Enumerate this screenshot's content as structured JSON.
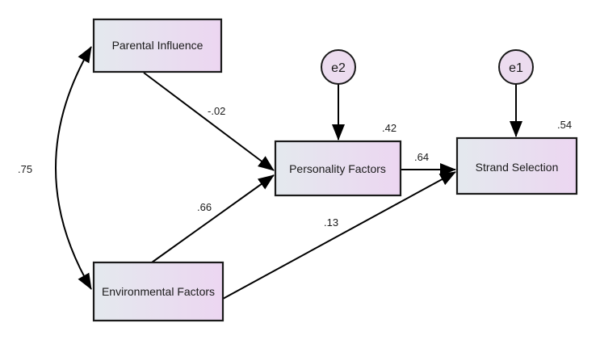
{
  "colors": {
    "box_fill_left": "#e4e9ee",
    "box_fill_right": "#ecd6f1",
    "error_fill": "#ecdcef",
    "line": "#000000",
    "text": "#1a1a1a"
  },
  "nodes": {
    "parental_influence": "Parental Influence",
    "environmental_factors": "Environmental Factors",
    "personality_factors": "Personality Factors",
    "strand_selection": "Strand Selection"
  },
  "errors": {
    "e1": "e1",
    "e2": "e2"
  },
  "coefficients": {
    "correlation_parental_environmental": ".75",
    "parental_to_personality": "-.02",
    "environmental_to_personality": ".66",
    "environmental_to_strand": ".13",
    "personality_to_strand": ".64"
  },
  "r_squared": {
    "personality_factors": ".42",
    "strand_selection": ".54"
  }
}
